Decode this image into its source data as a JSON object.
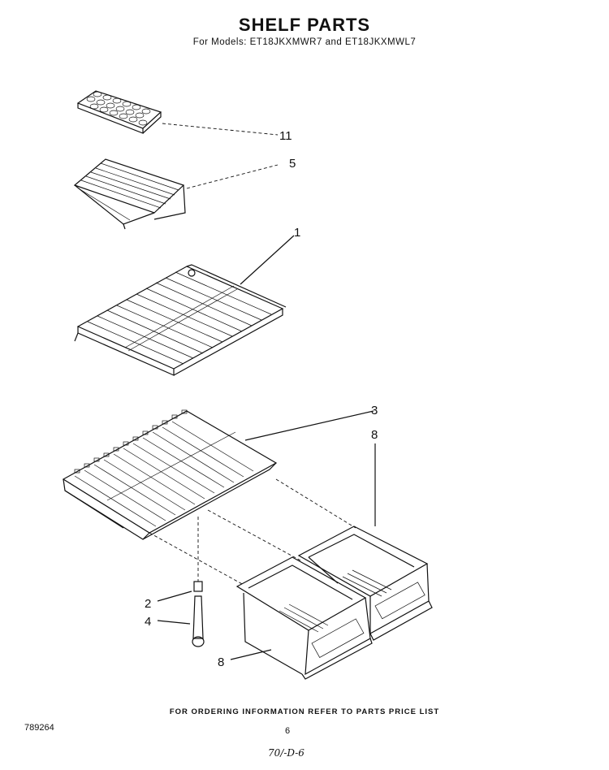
{
  "header": {
    "title": "SHELF PARTS",
    "models_prefix": "For Models:",
    "model_1": "ET18JKXMWR7",
    "models_joiner": "and",
    "model_2": "ET18JKXMWL7"
  },
  "callouts": {
    "ice_tray": "11",
    "small_shelf": "5",
    "wire_shelf": "1",
    "crisper_cover_shelf": "3",
    "right_crisper_pan": "8",
    "glide_upper": "2",
    "glide_lower": "4",
    "left_crisper_pan": "8"
  },
  "footer": {
    "ordering_note": "FOR ORDERING INFORMATION REFER TO PARTS PRICE LIST",
    "reference_number": "789264",
    "page_number": "6",
    "handwritten_code": "70/-D-6"
  }
}
